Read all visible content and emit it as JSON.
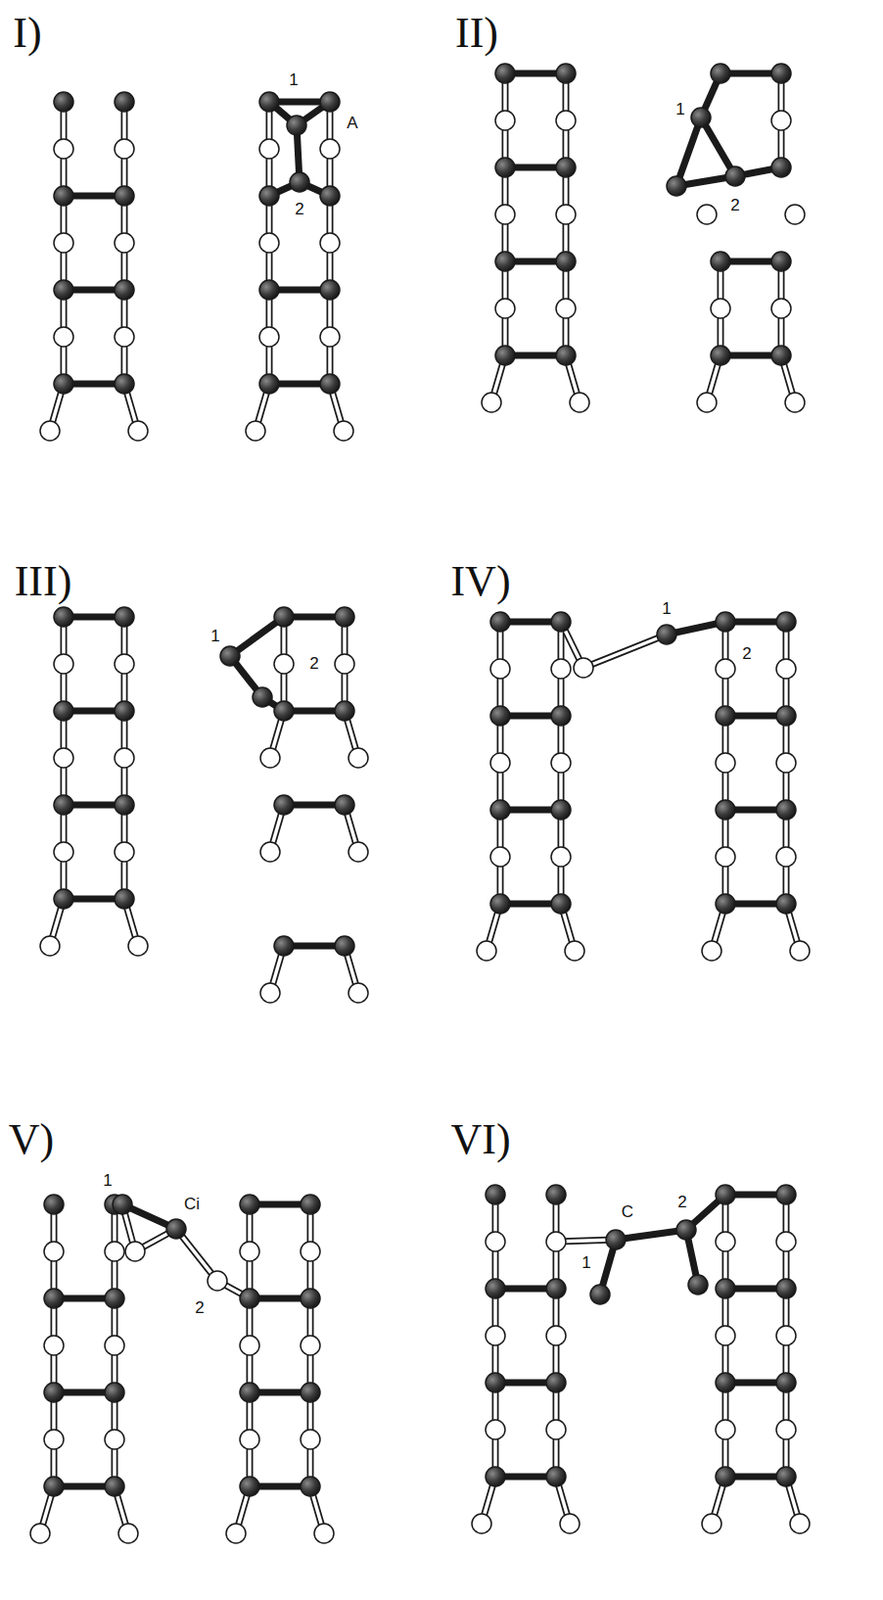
{
  "diagram": {
    "labels": [
      "I)",
      "1",
      "A",
      "2",
      "II)",
      "1",
      "2",
      "III)",
      "1",
      "2",
      "IV)",
      "1",
      "2",
      "V)",
      "1",
      "Ci",
      "2",
      "VI)",
      "C",
      "1",
      "2"
    ]
  }
}
